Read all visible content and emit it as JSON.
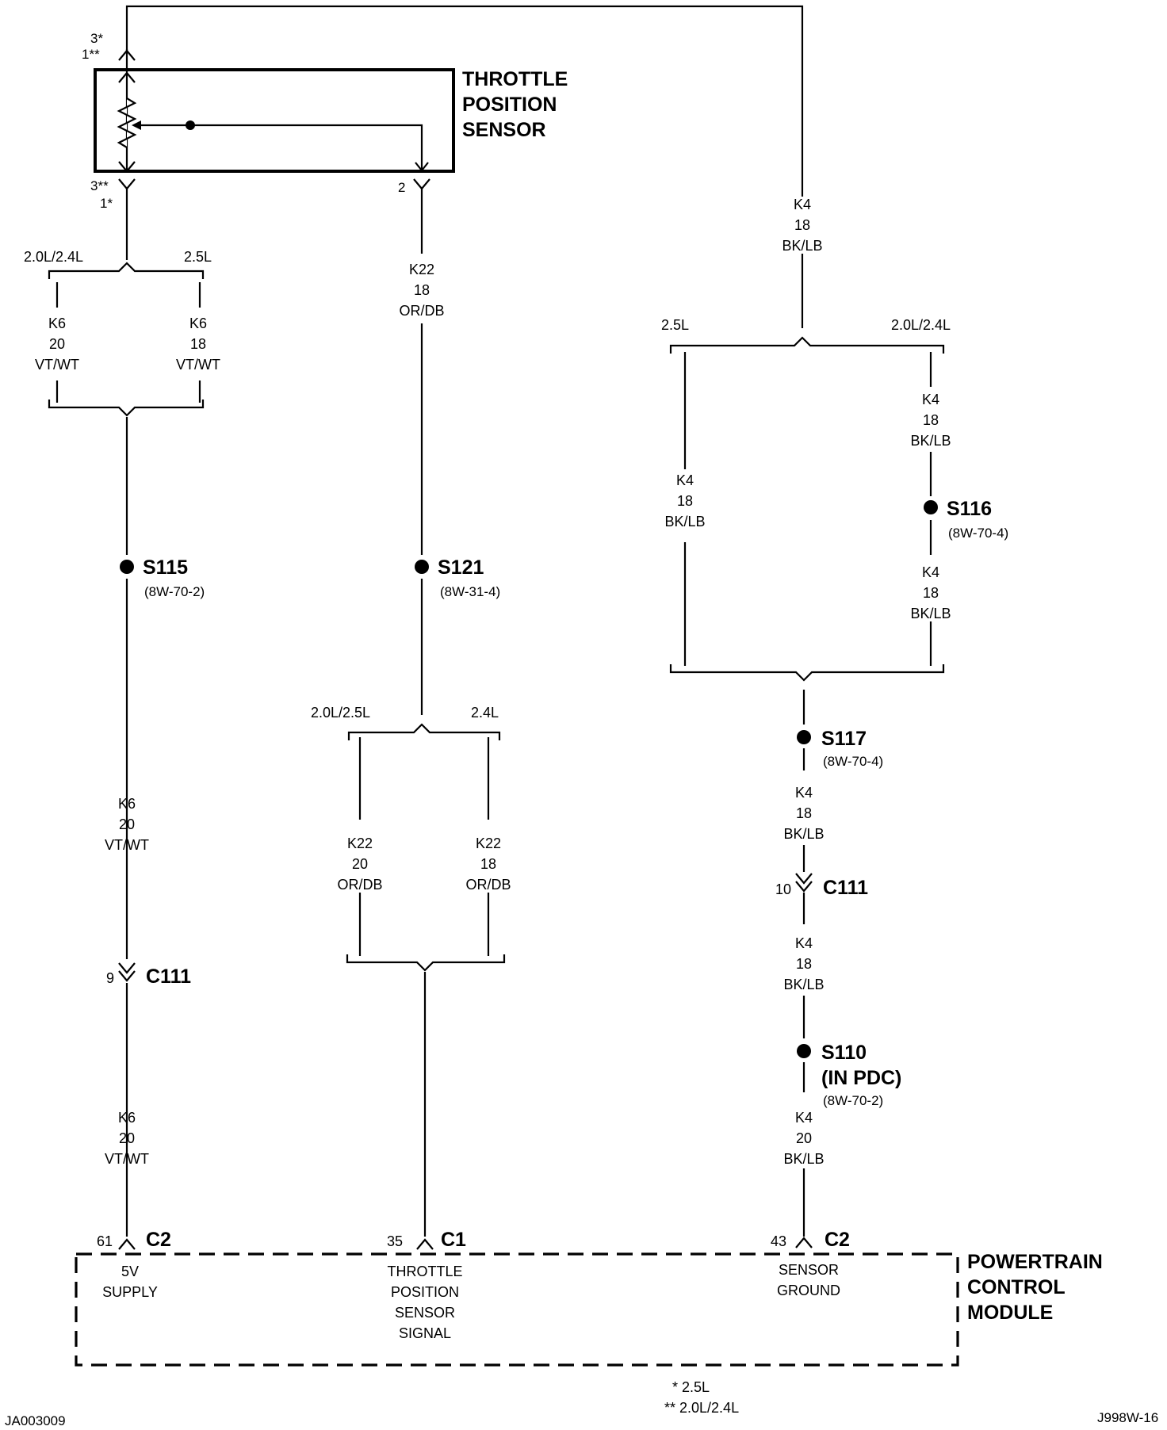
{
  "tps": {
    "title": [
      "THROTTLE",
      "POSITION",
      "SENSOR"
    ],
    "pin_top_a": "3*",
    "pin_top_b": "1**",
    "pin_bot_a": "3**",
    "pin_bot_b": "1*",
    "pin_signal": "2"
  },
  "pcm": {
    "title": [
      "POWERTRAIN",
      "CONTROL",
      "MODULE"
    ],
    "pin_61": "61",
    "conn_61": "C2",
    "label_61": [
      "5V",
      "SUPPLY"
    ],
    "pin_35": "35",
    "conn_35": "C1",
    "label_35": [
      "THROTTLE",
      "POSITION",
      "SENSOR",
      "SIGNAL"
    ],
    "pin_43": "43",
    "conn_43": "C2",
    "label_43": [
      "SENSOR",
      "GROUND"
    ]
  },
  "variants": {
    "left_a": "2.0L/2.4L",
    "left_b": "2.5L",
    "mid_a": "2.0L/2.5L",
    "mid_b": "2.4L",
    "right_a": "2.5L",
    "right_b": "2.0L/2.4L"
  },
  "wires": {
    "k6_20_top": [
      "K6",
      "20",
      "VT/WT"
    ],
    "k6_18_top": [
      "K6",
      "18",
      "VT/WT"
    ],
    "k6_mid": [
      "K6",
      "20",
      "VT/WT"
    ],
    "k6_low": [
      "K6",
      "20",
      "VT/WT"
    ],
    "k22_top": [
      "K22",
      "18",
      "OR/DB"
    ],
    "k22_20": [
      "K22",
      "20",
      "OR/DB"
    ],
    "k22_18": [
      "K22",
      "18",
      "OR/DB"
    ],
    "k4_top": [
      "K4",
      "18",
      "BK/LB"
    ],
    "k4_left": [
      "K4",
      "18",
      "BK/LB"
    ],
    "k4_right_a": [
      "K4",
      "18",
      "BK/LB"
    ],
    "k4_right_b": [
      "K4",
      "18",
      "BK/LB"
    ],
    "k4_mid": [
      "K4",
      "18",
      "BK/LB"
    ],
    "k4_low": [
      "K4",
      "18",
      "BK/LB"
    ],
    "k4_pdc": [
      "K4",
      "20",
      "BK/LB"
    ]
  },
  "splices": {
    "s115": "S115",
    "s115_ref": "(8W-70-2)",
    "s121": "S121",
    "s121_ref": "(8W-31-4)",
    "s116": "S116",
    "s116_ref": "(8W-70-4)",
    "s117": "S117",
    "s117_ref": "(8W-70-4)",
    "s110": "S110",
    "s110_sub": "(IN PDC)",
    "s110_ref": "(8W-70-2)"
  },
  "connectors": {
    "c111_left_pin": "9",
    "c111_left": "C111",
    "c111_right_pin": "10",
    "c111_right": "C111"
  },
  "notes": {
    "star": "* 2.5L",
    "dstar": "** 2.0L/2.4L",
    "doc_left": "JA003009",
    "doc_right": "J998W-16"
  }
}
